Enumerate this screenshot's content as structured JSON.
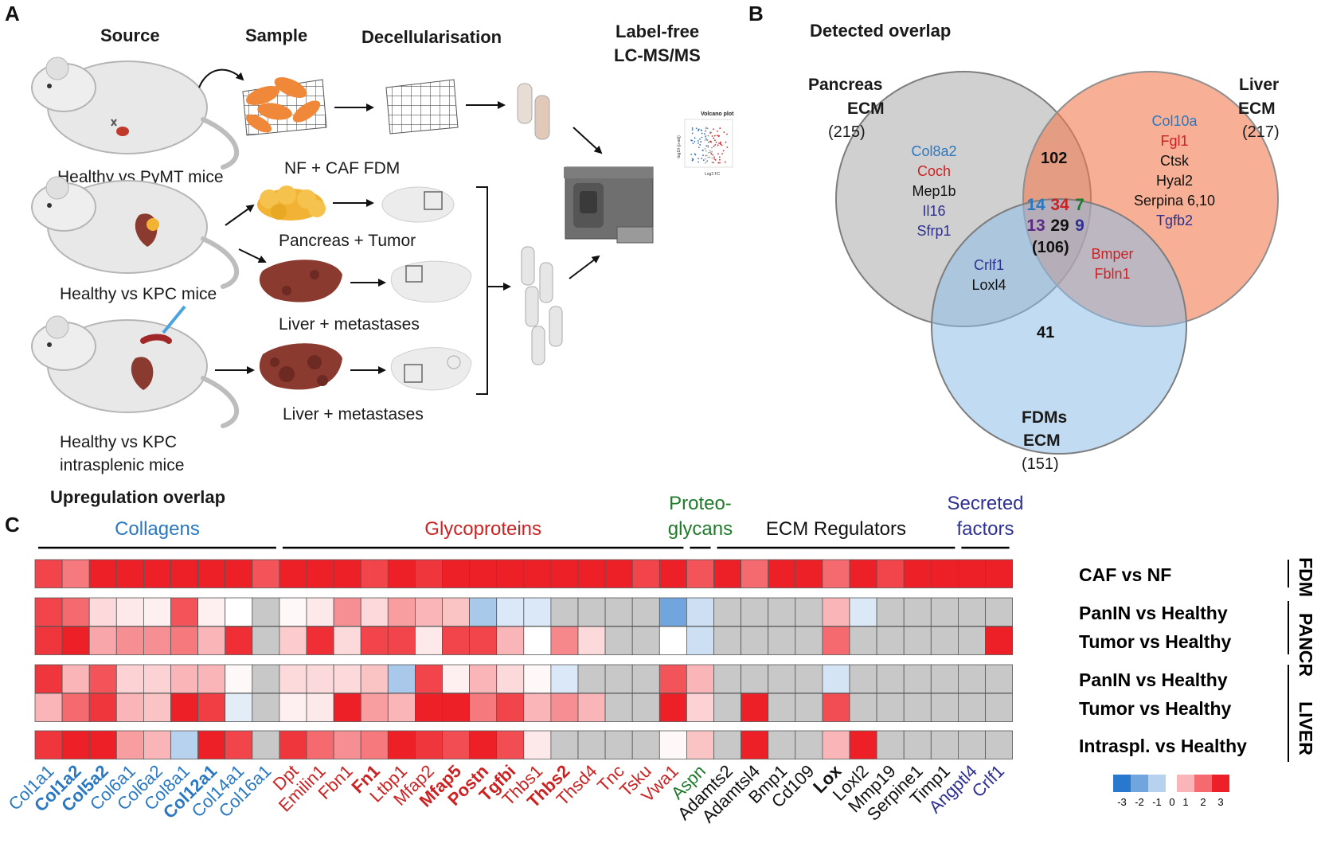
{
  "panel_a": {
    "letter": "A",
    "headers": [
      "Source",
      "Sample",
      "Decellularisation",
      "Label-free",
      "LC-MS/MS"
    ],
    "mouse_labels": [
      "Healthy vs PyMT mice",
      "Healthy vs KPC mice",
      "Healthy vs KPC",
      "intrasplenic mice"
    ],
    "sample_labels": [
      "NF + CAF FDM",
      "Pancreas + Tumor",
      "Liver + metastases",
      "Liver + metastases"
    ],
    "volcano_title": "Volcano plot",
    "volcano_xlabel": "Log2 FC",
    "volcano_ylabel": "-log10 (p-adj)"
  },
  "panel_b": {
    "letter": "B",
    "title": "Detected overlap",
    "sets": [
      {
        "name1": "Pancreas",
        "name2": "ECM",
        "count": "(215)",
        "color": "#bdbdbd"
      },
      {
        "name1": "Liver",
        "name2": "ECM",
        "count": "(217)",
        "color": "#f28a65"
      },
      {
        "name1": "FDMs",
        "name2": "ECM",
        "count": "(151)",
        "color": "#9fc5ea"
      }
    ],
    "regions": {
      "liver_fdm_pancreas_only_ab": "102",
      "fdm_only": "41",
      "center_nums": [
        "14",
        "34",
        "7",
        "13",
        "29",
        "9"
      ],
      "center_total": "(106)"
    },
    "pancreas_genes": [
      {
        "text": "Col8a2",
        "color": "#2a78c2"
      },
      {
        "text": "Coch",
        "color": "#cc2222"
      },
      {
        "text": "Mep1b",
        "color": "#111111"
      },
      {
        "text": "Il16",
        "color": "#2e3192"
      },
      {
        "text": "Sfrp1",
        "color": "#2e3192"
      }
    ],
    "liver_genes": [
      {
        "text": "Col10a",
        "color": "#2a78c2"
      },
      {
        "text": "Fgl1",
        "color": "#cc2222"
      },
      {
        "text": "Ctsk",
        "color": "#111111"
      },
      {
        "text": "Hyal2",
        "color": "#111111"
      },
      {
        "text": "Serpina 6,10",
        "color": "#111111"
      },
      {
        "text": "Tgfb2",
        "color": "#2e3192"
      }
    ],
    "pancreas_fdm_genes": [
      {
        "text": "Crlf1",
        "color": "#2e3192"
      },
      {
        "text": "Loxl4",
        "color": "#111111"
      }
    ],
    "liver_fdm_genes": [
      {
        "text": "Bmper",
        "color": "#cc2222"
      },
      {
        "text": "Fbln1",
        "color": "#cc2222"
      }
    ],
    "center_colors": [
      "#2a78c2",
      "#cc2222",
      "#1f7a2a",
      "#5b2a86",
      "#111111",
      "#2e3192"
    ]
  },
  "panel_c": {
    "letter": "C",
    "title": "Upregulation overlap",
    "categories": [
      {
        "label1": "Collagens",
        "label2": "",
        "color": "#2a78c2"
      },
      {
        "label1": "Glycoproteins",
        "label2": "",
        "color": "#cc2222"
      },
      {
        "label1": "Proteo-",
        "label2": "glycans",
        "color": "#1f7a2a"
      },
      {
        "label1": "ECM Regulators",
        "label2": "",
        "color": "#111111"
      },
      {
        "label1": "Secreted",
        "label2": "factors",
        "color": "#2e3192"
      }
    ],
    "row_labels": [
      "CAF vs NF",
      "PanIN vs Healthy",
      "Tumor vs Healthy",
      "PanIN vs Healthy",
      "Tumor vs Healthy",
      "Intraspl. vs Healthy"
    ],
    "side_labels": [
      "FDM",
      "PANCR",
      "LIVER"
    ],
    "legend_ticks": [
      "-3",
      "-2",
      "-1",
      "0",
      "1",
      "2",
      "3"
    ],
    "colors": {
      "collagen": "#2a78c2",
      "glycoprotein": "#cc2222",
      "proteoglycan": "#1f7a2a",
      "regulator": "#111111",
      "secreted": "#2e3192",
      "na": "#c8c8c8"
    }
  },
  "chart_data": {
    "type": "heatmap",
    "title": "Upregulation overlap",
    "scale": [
      -3,
      3
    ],
    "columns": [
      {
        "gene": "Col1a1",
        "cat": "collagen",
        "bold": false
      },
      {
        "gene": "Col1a2",
        "cat": "collagen",
        "bold": true
      },
      {
        "gene": "Col5a2",
        "cat": "collagen",
        "bold": true
      },
      {
        "gene": "Col6a1",
        "cat": "collagen",
        "bold": false
      },
      {
        "gene": "Col6a2",
        "cat": "collagen",
        "bold": false
      },
      {
        "gene": "Col8a1",
        "cat": "collagen",
        "bold": false
      },
      {
        "gene": "Col12a1",
        "cat": "collagen",
        "bold": true
      },
      {
        "gene": "Col14a1",
        "cat": "collagen",
        "bold": false
      },
      {
        "gene": "Col16a1",
        "cat": "collagen",
        "bold": false
      },
      {
        "gene": "Dpt",
        "cat": "glycoprotein",
        "bold": false
      },
      {
        "gene": "Emilin1",
        "cat": "glycoprotein",
        "bold": false
      },
      {
        "gene": "Fbn1",
        "cat": "glycoprotein",
        "bold": false
      },
      {
        "gene": "Fn1",
        "cat": "glycoprotein",
        "bold": true
      },
      {
        "gene": "Ltbp1",
        "cat": "glycoprotein",
        "bold": false
      },
      {
        "gene": "Mfap2",
        "cat": "glycoprotein",
        "bold": false
      },
      {
        "gene": "Mfap5",
        "cat": "glycoprotein",
        "bold": true
      },
      {
        "gene": "Postn",
        "cat": "glycoprotein",
        "bold": true
      },
      {
        "gene": "Tgfbi",
        "cat": "glycoprotein",
        "bold": true
      },
      {
        "gene": "Thbs1",
        "cat": "glycoprotein",
        "bold": false
      },
      {
        "gene": "Thbs2",
        "cat": "glycoprotein",
        "bold": true
      },
      {
        "gene": "Thsd4",
        "cat": "glycoprotein",
        "bold": false
      },
      {
        "gene": "Tnc",
        "cat": "glycoprotein",
        "bold": false
      },
      {
        "gene": "Tsku",
        "cat": "glycoprotein",
        "bold": false
      },
      {
        "gene": "Vwa1",
        "cat": "glycoprotein",
        "bold": false
      },
      {
        "gene": "Aspn",
        "cat": "proteoglycan",
        "bold": false
      },
      {
        "gene": "Adamts2",
        "cat": "regulator",
        "bold": false
      },
      {
        "gene": "Adamtsl4",
        "cat": "regulator",
        "bold": false
      },
      {
        "gene": "Bmp1",
        "cat": "regulator",
        "bold": false
      },
      {
        "gene": "Cd109",
        "cat": "regulator",
        "bold": false
      },
      {
        "gene": "Lox",
        "cat": "regulator",
        "bold": true
      },
      {
        "gene": "Loxl2",
        "cat": "regulator",
        "bold": false
      },
      {
        "gene": "Mmp19",
        "cat": "regulator",
        "bold": false
      },
      {
        "gene": "Serpine1",
        "cat": "regulator",
        "bold": false
      },
      {
        "gene": "Timp1",
        "cat": "regulator",
        "bold": false
      },
      {
        "gene": "Angptl4",
        "cat": "secreted",
        "bold": false
      },
      {
        "gene": "Crlf1",
        "cat": "secreted",
        "bold": false
      }
    ],
    "rows": [
      {
        "label": "CAF vs NF",
        "values": [
          2.5,
          1.8,
          3,
          3,
          3,
          3,
          3,
          3,
          2.3,
          3,
          3,
          3,
          2.5,
          3,
          2.7,
          3,
          3,
          3,
          3,
          3,
          3,
          3,
          2.5,
          3,
          2.3,
          3,
          2,
          3,
          3,
          2,
          3,
          2.5,
          3,
          3,
          3,
          3
        ]
      },
      {
        "label": "PanIN vs Healthy",
        "values": [
          2.5,
          2,
          0.5,
          0.3,
          0.2,
          2.3,
          0.2,
          0,
          null,
          0.1,
          0.3,
          1.5,
          0.5,
          1.3,
          1,
          0.8,
          -1.2,
          -0.5,
          -0.5,
          null,
          null,
          null,
          null,
          -2,
          -0.7,
          null,
          null,
          null,
          null,
          1,
          -0.5,
          null,
          null,
          null,
          null,
          null
        ]
      },
      {
        "label": "Tumor vs Healthy",
        "values": [
          2.7,
          3,
          1.2,
          1.5,
          1.5,
          1.8,
          1,
          2.8,
          null,
          0.7,
          2.8,
          0.5,
          2.5,
          2.5,
          0.3,
          2.5,
          2.5,
          1,
          0,
          1.6,
          0.5,
          null,
          null,
          0,
          -0.7,
          null,
          null,
          null,
          null,
          2,
          null,
          null,
          null,
          null,
          null,
          3
        ]
      },
      {
        "label": "PanIN vs Healthy",
        "values": [
          2.7,
          1,
          2.3,
          0.6,
          0.6,
          1,
          1,
          0.1,
          null,
          0.5,
          0.5,
          0.5,
          0.8,
          -1.2,
          2.5,
          0.2,
          1,
          0.5,
          0.1,
          -0.5,
          null,
          null,
          null,
          2.3,
          1,
          null,
          null,
          null,
          null,
          -0.6,
          null,
          null,
          null,
          null,
          null,
          null
        ]
      },
      {
        "label": "Tumor vs Healthy",
        "values": [
          1,
          2,
          2.7,
          1,
          0.8,
          3,
          2.6,
          -0.4,
          null,
          0.2,
          0.3,
          3,
          1.3,
          1,
          3,
          3,
          1.8,
          2.5,
          1,
          1.5,
          1,
          null,
          null,
          3,
          0.6,
          null,
          3,
          null,
          null,
          2.4,
          null,
          null,
          null,
          null,
          null,
          null
        ]
      },
      {
        "label": "Intraspl. vs Healthy",
        "values": [
          2.7,
          3,
          3,
          1.3,
          1,
          -1,
          3,
          2.5,
          null,
          2.7,
          2,
          1.5,
          1.8,
          3,
          2.7,
          2.4,
          3,
          2.4,
          0.3,
          null,
          null,
          null,
          null,
          0.1,
          0.8,
          null,
          3,
          null,
          null,
          1,
          3,
          null,
          null,
          null,
          null,
          null
        ]
      }
    ]
  }
}
